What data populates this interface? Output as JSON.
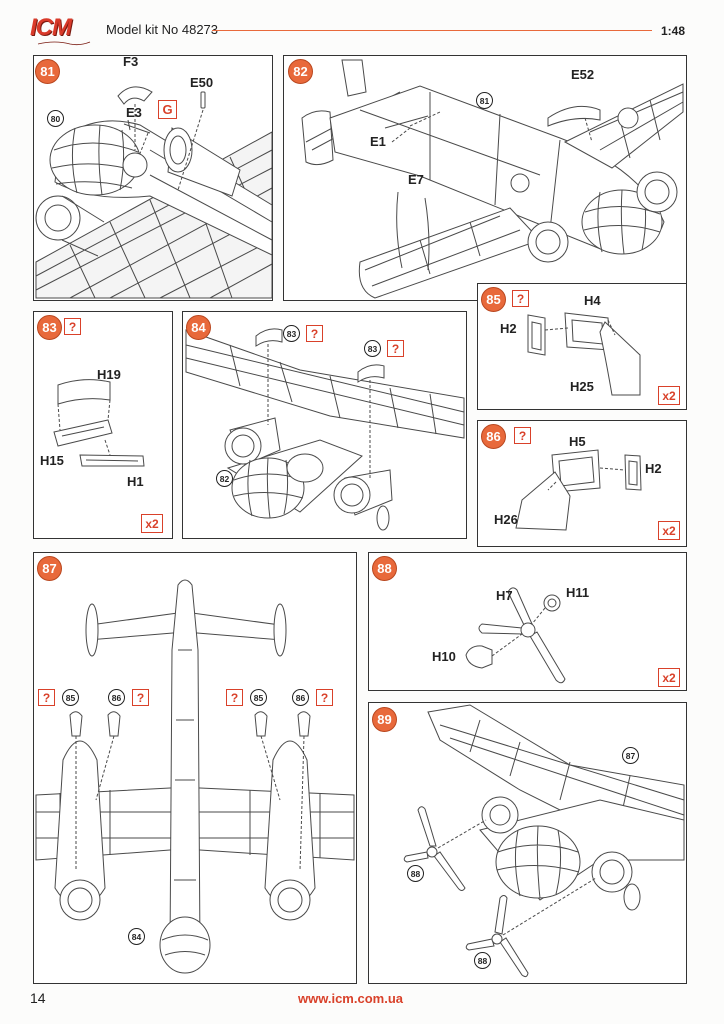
{
  "header": {
    "logo": "ICM",
    "kit_label": "Model kit No 48273",
    "scale": "1:48"
  },
  "footer": {
    "page_number": "14",
    "website": "www.icm.com.ua"
  },
  "colors": {
    "accent": "#e8693b",
    "warning_red": "#d9412a",
    "line": "#4a4a4a"
  },
  "steps": {
    "s81": {
      "number": "81",
      "ref": "80",
      "parts": {
        "f3": "F3",
        "e50": "E50",
        "e3": "E3",
        "paint": "G"
      }
    },
    "s82": {
      "number": "82",
      "ref": "81",
      "parts": {
        "e52": "E52",
        "e1": "E1",
        "e7": "E7"
      }
    },
    "s83": {
      "number": "83",
      "question": "?",
      "parts": {
        "h19": "H19",
        "h15": "H15",
        "h1": "H1"
      },
      "qty": "x2"
    },
    "s84": {
      "number": "84",
      "question": "?",
      "refs": [
        "83",
        "83",
        "82"
      ]
    },
    "s85": {
      "number": "85",
      "question": "?",
      "parts": {
        "h4": "H4",
        "h2": "H2",
        "h25": "H25"
      },
      "qty": "x2"
    },
    "s86": {
      "number": "86",
      "question": "?",
      "parts": {
        "h5": "H5",
        "h2": "H2",
        "h26": "H26"
      },
      "qty": "x2"
    },
    "s87": {
      "number": "87",
      "question": "?",
      "refs": [
        "85",
        "86",
        "85",
        "86",
        "84"
      ]
    },
    "s88": {
      "number": "88",
      "parts": {
        "h7": "H7",
        "h11": "H11",
        "h10": "H10"
      },
      "qty": "x2"
    },
    "s89": {
      "number": "89",
      "refs": [
        "87",
        "88",
        "88"
      ]
    }
  }
}
